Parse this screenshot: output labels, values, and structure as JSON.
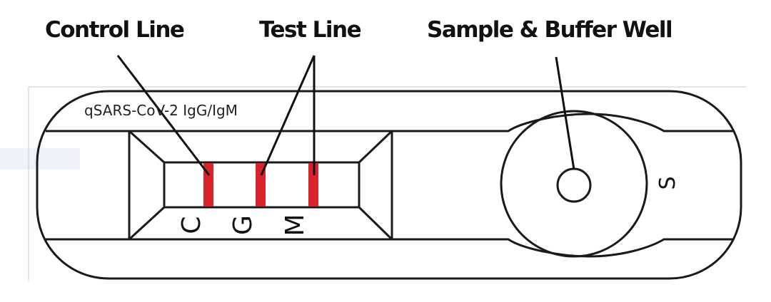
{
  "callouts": {
    "control_line": "Control Line",
    "test_line": "Test Line",
    "sample_well": "Sample & Buffer Well"
  },
  "cassette": {
    "product_name": "qSARS-CoV-2 IgG/IgM",
    "window_labels": {
      "control": "C",
      "igg": "G",
      "igm": "M"
    },
    "sample_marker": "S"
  },
  "colors": {
    "outline": "#1a1a1a",
    "band": "#d9232a",
    "background": "#ffffff"
  }
}
